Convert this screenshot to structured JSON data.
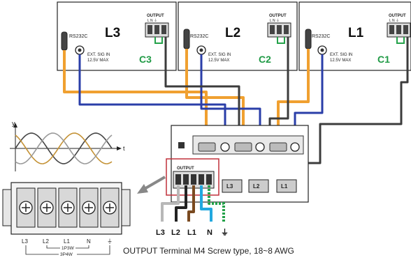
{
  "units": [
    {
      "name": "L3",
      "rs232": "RS232C",
      "ext_line1": "EXT. SIG IN",
      "ext_line2": "12.5V MAX",
      "output": "OUTPUT",
      "output_pins": "L  N  ⏚",
      "channel": "C3"
    },
    {
      "name": "L2",
      "rs232": "RS232C",
      "ext_line1": "EXT. SIG IN",
      "ext_line2": "12.5V MAX",
      "output": "OUTPUT",
      "output_pins": "L  N  ⏚",
      "channel": "C2"
    },
    {
      "name": "L1",
      "rs232": "RS232C",
      "ext_line1": "EXT. SIG IN",
      "ext_line2": "12.5V MAX",
      "output": "OUTPUT",
      "output_pins": "L  N  ⏚",
      "channel": "C1"
    }
  ],
  "waveform": {
    "y_label": "y",
    "t_label": "t"
  },
  "center_panel": {
    "output_label": "OUTPUT",
    "ports": [
      "L3",
      "L2",
      "L1"
    ]
  },
  "wire_labels": [
    "L3",
    "L2",
    "L1",
    "N",
    "⏚"
  ],
  "terminal": {
    "labels": [
      "L3",
      "L2",
      "L1",
      "N",
      "⏚"
    ],
    "bracket_1p3w": "1P3W",
    "bracket_3p4w": "3P4W"
  },
  "caption": "OUTPUT Terminal M4 Screw type, 18~8 AWG",
  "colors": {
    "orange": "#f0a030",
    "blue": "#2a3ea8",
    "gray": "#3c3c3c",
    "green": "#24a24a",
    "cyan": "#22a8df",
    "brown": "#7a4a20"
  }
}
